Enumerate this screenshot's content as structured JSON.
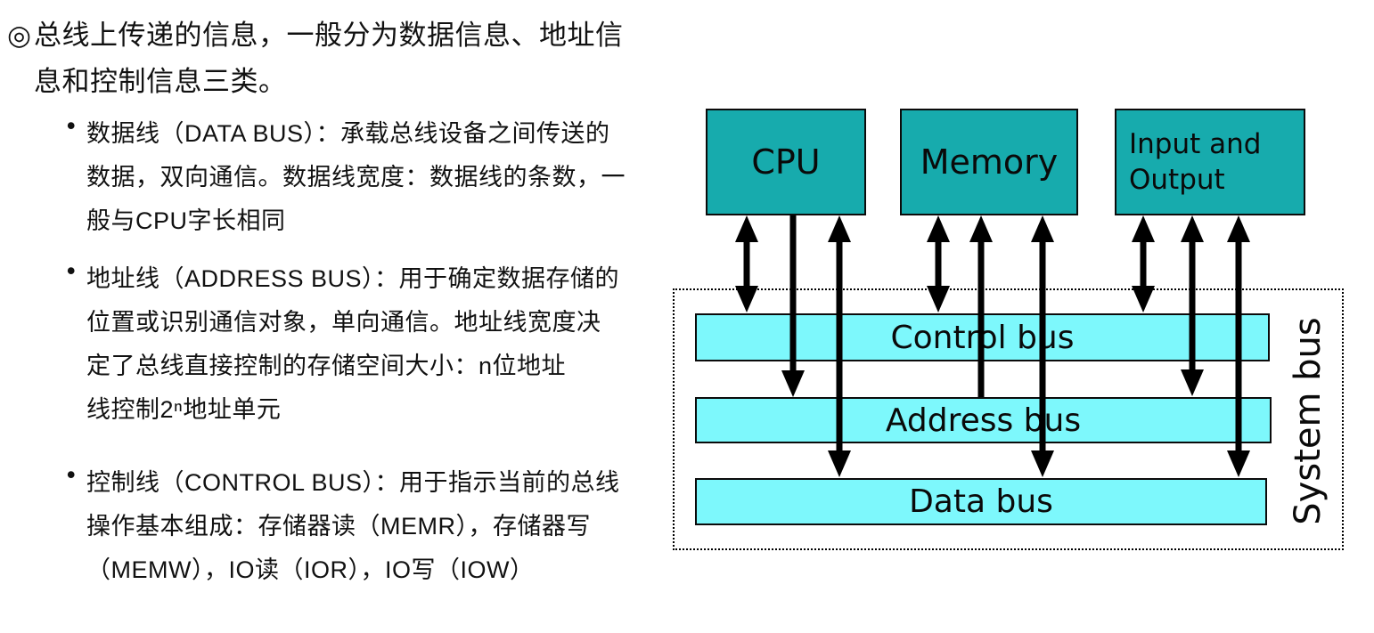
{
  "slide": {
    "heading": {
      "marker": "◎",
      "line1": "总线上传递的信息，一般分为数据信息、地址信",
      "line2": "息和控制信息三类。"
    },
    "bullet_marker": "•",
    "bullets": [
      {
        "lines": [
          "数据线（DATA BUS）：承载总线设备之间传送的",
          "数据，双向通信。数据线宽度：数据线的条数，一",
          "般与CPU字长相同"
        ]
      },
      {
        "lines": [
          "地址线（ADDRESS BUS）：用于确定数据存储的",
          "位置或识别通信对象，单向通信。地址线宽度决",
          "定了总线直接控制的存储空间大小：n位地址",
          "线控制2ⁿ地址单元"
        ]
      },
      {
        "lines": [
          "控制线（CONTROL BUS）：用于指示当前的总线",
          "操作基本组成：存储器读（MEMR），存储器写",
          "（MEMW），IO读（IOR），IO写（IOW）"
        ]
      }
    ]
  },
  "diagram": {
    "boxes": [
      {
        "id": "cpu",
        "label": "CPU"
      },
      {
        "id": "memory",
        "label": "Memory"
      },
      {
        "id": "io",
        "label": "Input and Output"
      }
    ],
    "buses": [
      {
        "id": "control",
        "label": "Control bus"
      },
      {
        "id": "address",
        "label": "Address bus"
      },
      {
        "id": "data",
        "label": "Data bus"
      }
    ],
    "system_label": "System bus",
    "arrows": [
      {
        "from": "CPU",
        "to": "Control bus",
        "direction": "both"
      },
      {
        "from": "CPU",
        "to": "Address bus",
        "direction": "down"
      },
      {
        "from": "CPU",
        "to": "Data bus",
        "direction": "both"
      },
      {
        "from": "Memory",
        "to": "Control bus",
        "direction": "both"
      },
      {
        "from": "Address bus",
        "to": "Memory",
        "direction": "up"
      },
      {
        "from": "Memory",
        "to": "Data bus",
        "direction": "both"
      },
      {
        "from": "Input and Output",
        "to": "Control bus",
        "direction": "both"
      },
      {
        "from": "Input and Output",
        "to": "Address bus",
        "direction": "both"
      },
      {
        "from": "Input and Output",
        "to": "Data bus",
        "direction": "both"
      }
    ],
    "colors": {
      "box_fill": "#17abad",
      "bus_fill": "#7df8fc",
      "line": "#000000"
    }
  }
}
